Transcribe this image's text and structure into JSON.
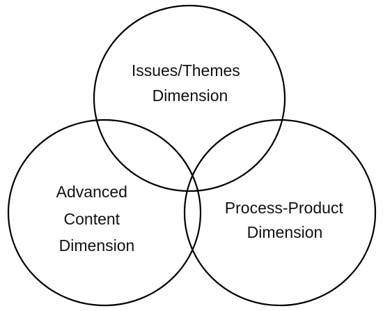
{
  "diagram": {
    "type": "venn",
    "sets": [
      {
        "id": "issues-themes",
        "label_lines": [
          "Issues/Themes",
          "Dimension"
        ]
      },
      {
        "id": "advanced-content",
        "label_lines": [
          "Advanced",
          "Content",
          "Dimension"
        ]
      },
      {
        "id": "process-product",
        "label_lines": [
          "Process-Product",
          "Dimension"
        ]
      }
    ],
    "colors": {
      "stroke": "#000000",
      "background": "#ffffff",
      "text": "#111111"
    }
  }
}
